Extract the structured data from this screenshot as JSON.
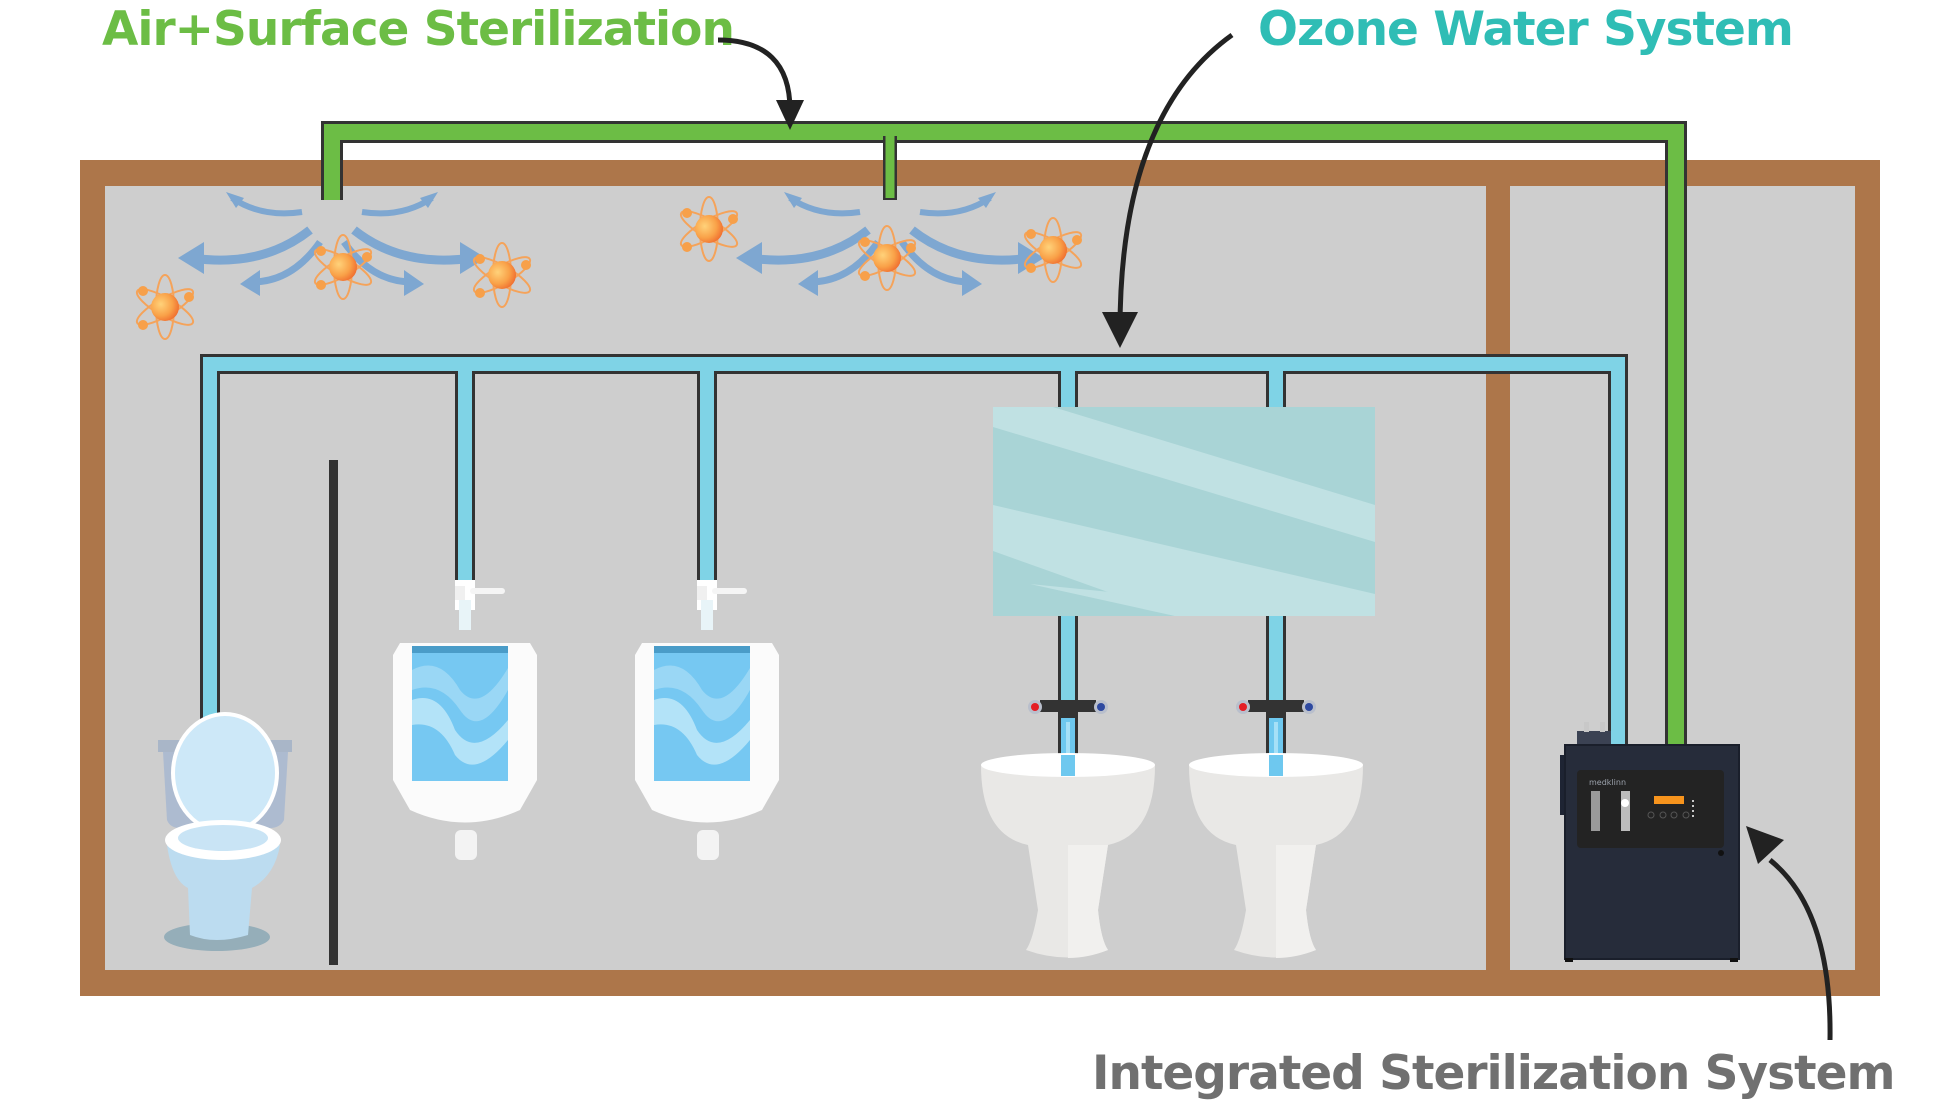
{
  "labels": {
    "air_surface": "Air+Surface Sterilization",
    "ozone_water": "Ozone Water System",
    "integrated": "Integrated Sterilization System"
  },
  "device": {
    "brand": "medklinn"
  },
  "colors": {
    "air_line": "#6cbd45",
    "water_line": "#7fd3e6",
    "wall": "#ad764a",
    "room_bg": "#cecece",
    "air_label": "#6cbd45",
    "ozone_label": "#2fbdb5",
    "integrated_label": "#707070",
    "airflow_arrow": "#7ea7d1",
    "ozone_atom": "#f7943d",
    "device_body": "#262c3a",
    "device_display": "#f7941d",
    "pointer_arrow": "#222222"
  }
}
